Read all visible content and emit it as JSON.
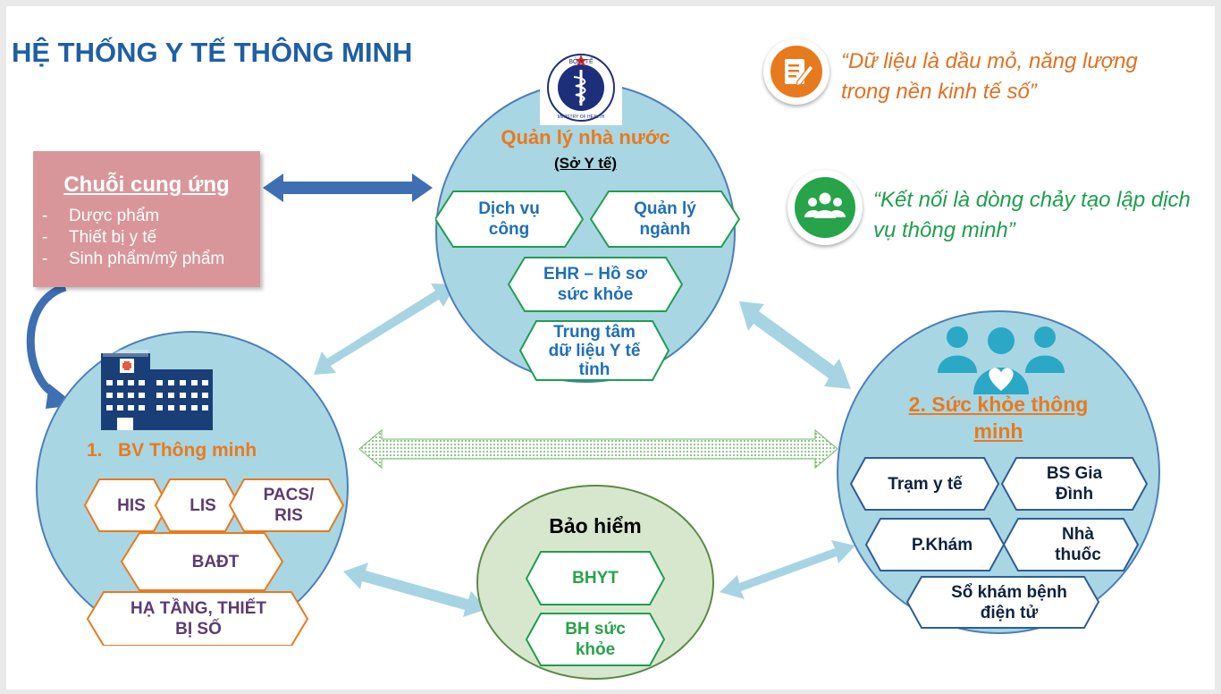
{
  "title": "HỆ THỐNG Y TẾ THÔNG MINH",
  "quotes": {
    "data_quote": "“Dữ liệu là dầu mỏ, năng lượng\ntrong nền kinh tế số”",
    "connect_quote": "“Kết nối là dòng chảy tạo lập dịch\nvụ thông minh”"
  },
  "logo": {
    "top_text": "BỘ Y TẾ",
    "bottom_text": "MINISTRY OF HEALTH"
  },
  "supply_chain": {
    "title": "Chuỗi cung ứng",
    "items": [
      "Dược phẩm",
      "Thiết bị y tế",
      "Sinh phẩm/mỹ phẩm"
    ],
    "bullet": "-"
  },
  "state": {
    "title": "Quản lý nhà nước",
    "subtitle": "(Sở Y tế)",
    "nodes": [
      "Dịch vụ\ncông",
      "Quản lý\nngành",
      "EHR – Hồ sơ\nsức khỏe",
      "Trung tâm\ndữ liệu Y tế\ntỉnh"
    ]
  },
  "hospital": {
    "title": "1.   BV Thông minh",
    "nodes": [
      "HIS",
      "LIS",
      "PACS/\nRIS",
      "BAĐT",
      "HẠ TẦNG, THIẾT\nBỊ SỐ"
    ]
  },
  "health": {
    "title": "2. Sức khỏe thông\nminh",
    "nodes": [
      "Trạm y tế",
      "BS Gia\nĐình",
      "P.Khám",
      "Nhà\nthuốc",
      "Sổ khám bệnh\nđiện tử"
    ]
  },
  "insurance": {
    "title": "Bảo hiểm",
    "nodes": [
      "BHYT",
      "BH sức\nkhỏe"
    ]
  },
  "colors": {
    "title_blue": "#1f5fa4",
    "circle_fill": "#a9d6e3",
    "circle_border": "#4b7fb9",
    "state_title": "#e87a1e",
    "node_blue_text": "#1f6fb8",
    "node_green_stroke": "#1e9e50",
    "node_orange_stroke": "#e87a1e",
    "hospital_text": "#5c3b73",
    "health_text": "#0e2340",
    "health_stroke": "#2e5d96",
    "insurance_fill": "#d7e7cd",
    "insurance_stroke": "#5a8a47",
    "insurance_text": "#27a34a",
    "supply_fill": "#d9969a",
    "quote_orange": "#e07022",
    "quote_green": "#1e9e4c",
    "arrow_blue": "#3d6fb2",
    "arrow_light": "#a7d4e3"
  },
  "icons": [
    "ministry-logo",
    "edit-note-icon",
    "people-group-icon",
    "hospital-building-icon",
    "family-heart-icon"
  ]
}
